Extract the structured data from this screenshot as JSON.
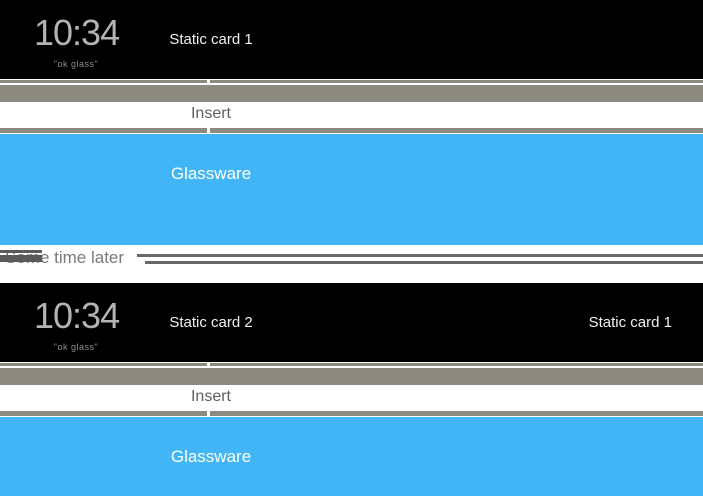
{
  "colors": {
    "card_bg": "#000000",
    "rail_gray": "#8d8a81",
    "glassware_blue": "#41b5f5",
    "divider_line": "#686868",
    "divider_stub": "#595a5c",
    "clock_color": "#b3b3b3",
    "hint_color": "#8f8f8f",
    "card_text": "#f1f1f1",
    "insert_text": "#5f5f5f",
    "divider_text": "#7a7a7a",
    "glassware_text": "#ffffff"
  },
  "clock": {
    "time": "10:34",
    "hint": "\"ok glass\""
  },
  "strip1": {
    "center_card_label": "Static card 1",
    "insert_label": "Insert",
    "glassware_label": "Glassware"
  },
  "divider": {
    "label": "Some time later"
  },
  "strip2": {
    "center_card_label": "Static card 2",
    "right_card_label": "Static card 1",
    "insert_label": "Insert",
    "glassware_label": "Glassware"
  }
}
